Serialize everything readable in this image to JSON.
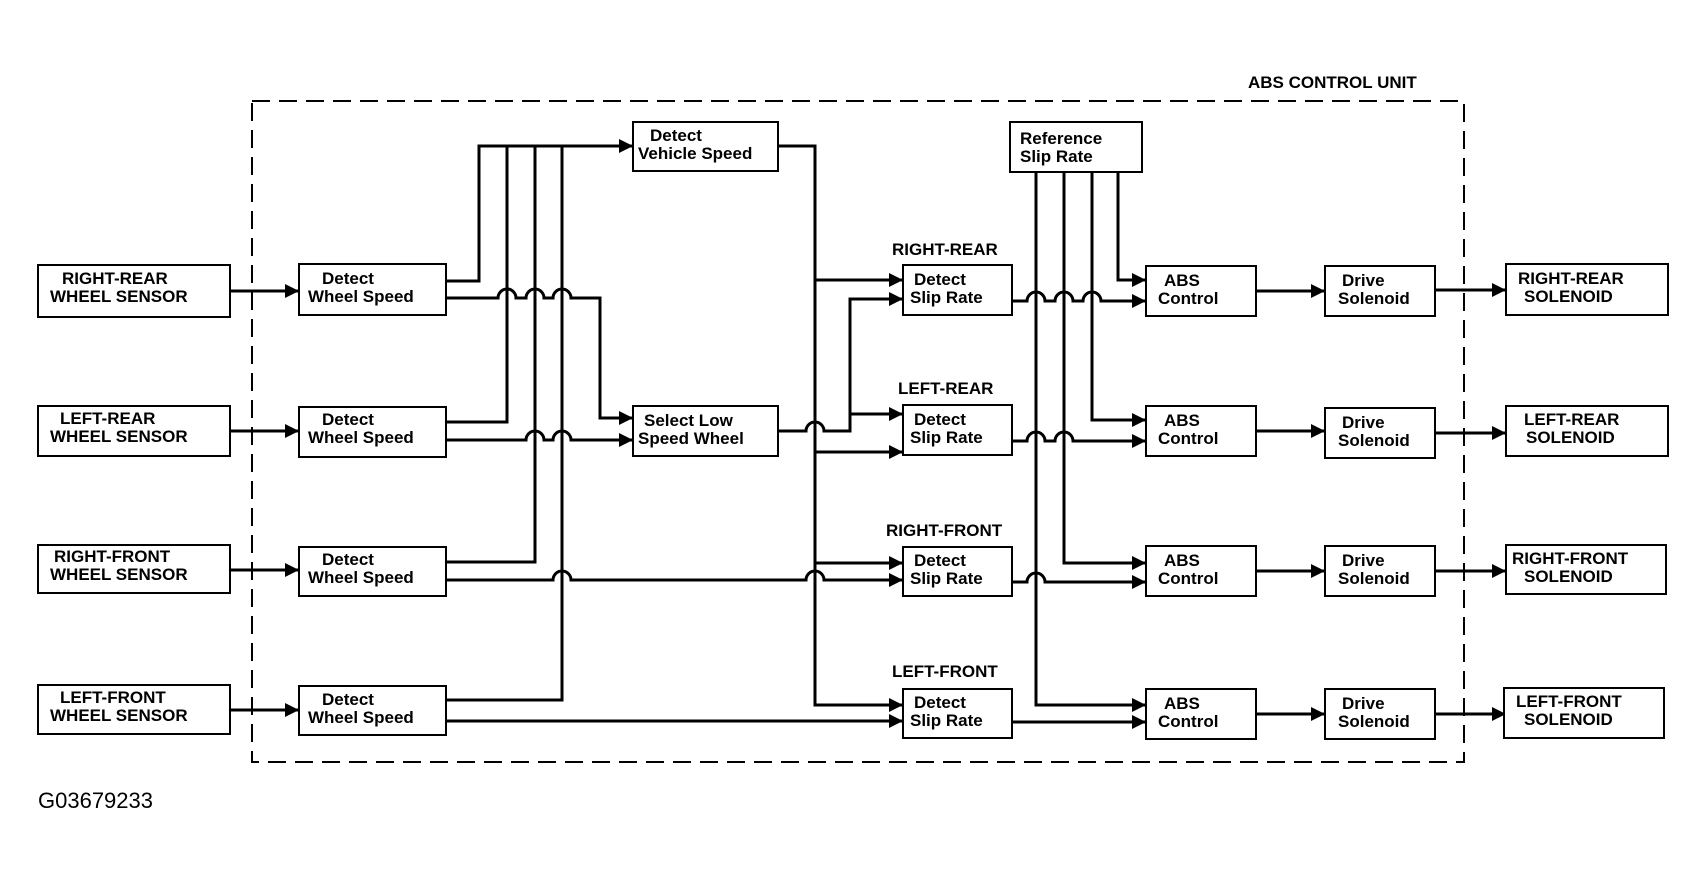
{
  "unit_title": "ABS CONTROL UNIT",
  "figure_code": "G03679233",
  "sensors": {
    "rr": [
      "RIGHT-REAR",
      "WHEEL SENSOR"
    ],
    "lr": [
      "LEFT-REAR",
      "WHEEL SENSOR"
    ],
    "rf": [
      "RIGHT-FRONT",
      "WHEEL SENSOR"
    ],
    "lf": [
      "LEFT-FRONT",
      "WHEEL SENSOR"
    ]
  },
  "detect_wheel_speed": [
    "Detect",
    "Wheel Speed"
  ],
  "detect_vehicle_speed": [
    "Detect",
    "Vehicle Speed"
  ],
  "select_low_speed_wheel": [
    "Select Low",
    "Speed Wheel"
  ],
  "reference_slip_rate": [
    "Reference",
    "Slip Rate"
  ],
  "section_labels": {
    "rr": "RIGHT-REAR",
    "lr": "LEFT-REAR",
    "rf": "RIGHT-FRONT",
    "lf": "LEFT-FRONT"
  },
  "detect_slip_rate": [
    "Detect",
    "Slip Rate"
  ],
  "abs_control": [
    "ABS",
    "Control"
  ],
  "drive_solenoid": [
    "Drive",
    "Solenoid"
  ],
  "solenoids": {
    "rr": [
      "RIGHT-REAR",
      "SOLENOID"
    ],
    "lr": [
      "LEFT-REAR",
      "SOLENOID"
    ],
    "rf": [
      "RIGHT-FRONT",
      "SOLENOID"
    ],
    "lf": [
      "LEFT-FRONT",
      "SOLENOID"
    ]
  }
}
